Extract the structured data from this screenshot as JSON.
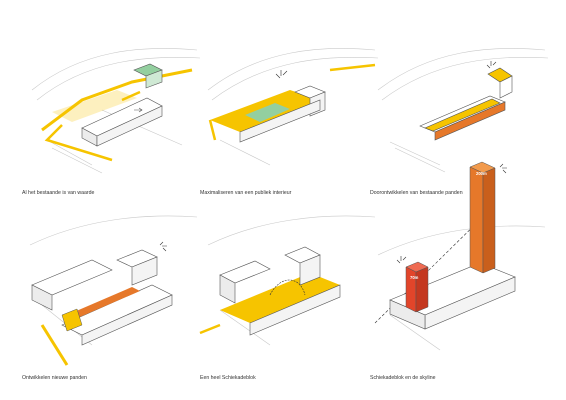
{
  "colors": {
    "yellow": "#f6c400",
    "orange": "#e6782a",
    "red": "#e2452a",
    "green": "#93cf9f",
    "line": "#555555",
    "building": "#ffffff",
    "shade": "#e9e9e9"
  },
  "panels": [
    {
      "caption": "Al het bestaande is van waarde"
    },
    {
      "caption": "Maximaliseren van een publiek interieur"
    },
    {
      "caption": "Doorontwikkelen van bestaande panden"
    },
    {
      "caption": "Ontwikkelen nieuwe panden"
    },
    {
      "caption": "Een heel Schiekadeblok"
    },
    {
      "caption": "Schiekadeblok en de skyline"
    }
  ],
  "heights": {
    "tower_label": "200m",
    "small_label": "70m"
  }
}
